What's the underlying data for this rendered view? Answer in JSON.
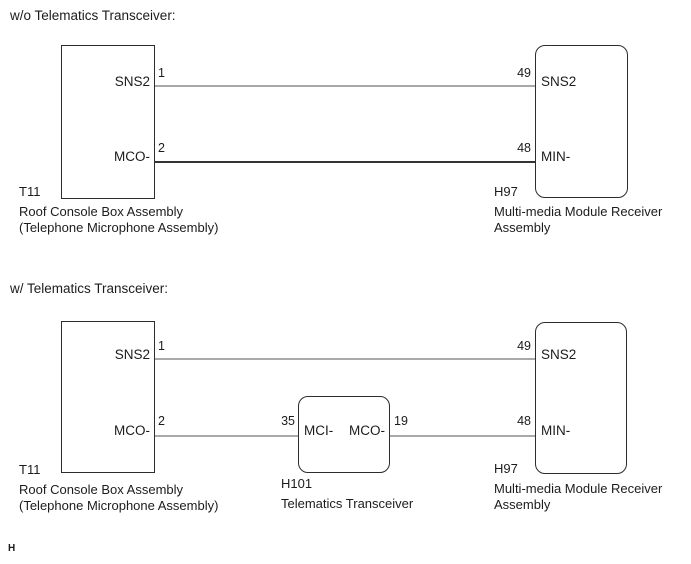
{
  "page": {
    "footer_mark": "H"
  },
  "colors": {
    "box_border": "#2d2d2d",
    "wire_gray": "#a9a9a9",
    "wire_dark": "#343434",
    "text": "#1c1c1c"
  },
  "diagrams": [
    {
      "heading": "w/o Telematics Transceiver:",
      "left_box": {
        "code": "T11",
        "label_lines": [
          "Roof Console Box Assembly",
          "(Telephone Microphone Assembly)"
        ],
        "pins": [
          {
            "number": "1",
            "terminal": "SNS2"
          },
          {
            "number": "2",
            "terminal": "MCO-"
          }
        ]
      },
      "right_box": {
        "code": "H97",
        "label_lines": [
          "Multi-media Module Receiver",
          "Assembly"
        ],
        "pins": [
          {
            "number": "49",
            "terminal": "SNS2"
          },
          {
            "number": "48",
            "terminal": "MIN-"
          }
        ]
      },
      "wires": [
        {
          "from": "T11 pin 1 SNS2",
          "to": "H97 pin 49 SNS2",
          "color": "#a9a9a9"
        },
        {
          "from": "T11 pin 2 MCO-",
          "to": "H97 pin 48 MIN-",
          "color": "#343434"
        }
      ]
    },
    {
      "heading": "w/ Telematics Transceiver:",
      "left_box": {
        "code": "T11",
        "label_lines": [
          "Roof Console Box Assembly",
          "(Telephone Microphone Assembly)"
        ],
        "pins": [
          {
            "number": "1",
            "terminal": "SNS2"
          },
          {
            "number": "2",
            "terminal": "MCO-"
          }
        ]
      },
      "middle_box": {
        "code": "H101",
        "label_lines": [
          "Telematics Transceiver"
        ],
        "pins": [
          {
            "number": "35",
            "terminal": "MCI-"
          },
          {
            "number": "19",
            "terminal": "MCO-"
          }
        ]
      },
      "right_box": {
        "code": "H97",
        "label_lines": [
          "Multi-media Module Receiver",
          "Assembly"
        ],
        "pins": [
          {
            "number": "49",
            "terminal": "SNS2"
          },
          {
            "number": "48",
            "terminal": "MIN-"
          }
        ]
      },
      "wires": [
        {
          "from": "T11 pin 1 SNS2",
          "to": "H97 pin 49 SNS2",
          "color": "#a9a9a9"
        },
        {
          "from": "T11 pin 2 MCO-",
          "to": "H101 pin 35 MCI-",
          "color": "#a9a9a9"
        },
        {
          "from": "H101 pin 19 MCO-",
          "to": "H97 pin 48 MIN-",
          "color": "#a9a9a9"
        }
      ]
    }
  ]
}
